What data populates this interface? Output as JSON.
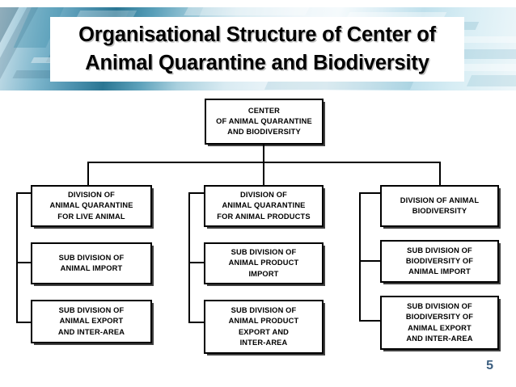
{
  "slide": {
    "page_number": "5",
    "page_number_color": "#3c5f80"
  },
  "header": {
    "title_line_1": "Organisational Structure of Center of",
    "title_line_2": "Animal Quarantine and Biodiversity",
    "banner_image_name": "abstract-blue-streaks-banner",
    "plate_background": "#ffffff",
    "title_color": "#000000"
  },
  "chart_data": {
    "type": "diagram",
    "title": "Organisational Structure of Center of Animal Quarantine and Biodiversity",
    "root": {
      "id": "center",
      "label": "CENTER\nOF ANIMAL QUARANTINE\nAND BIODIVERSITY"
    },
    "columns": [
      {
        "id": "col-live-animal",
        "division": "DIVISION OF\nANIMAL QUARANTINE\nFOR LIVE ANIMAL",
        "subdivisions": [
          "SUB DIVISION OF\nANIMAL IMPORT",
          "SUB DIVISION OF\nANIMAL EXPORT\nAND INTER-AREA"
        ]
      },
      {
        "id": "col-animal-products",
        "division": "DIVISION OF\nANIMAL QUARANTINE\nFOR ANIMAL PRODUCTS",
        "subdivisions": [
          "SUB DIVISION  OF\nANIMAL PRODUCT\nIMPORT",
          "SUB DIVISION  OF\nANIMAL PRODUCT\nEXPORT AND\nINTER-AREA"
        ]
      },
      {
        "id": "col-biodiversity",
        "division": "DIVISION OF ANIMAL\nBIODIVERSITY",
        "subdivisions": [
          "SUB DIVISION OF\nBIODIVERSITY  OF\nANIMAL IMPORT",
          "SUB DIVISION OF\nBIODIVERSITY OF\nANIMAL EXPORT\nAND INTER-AREA"
        ]
      }
    ],
    "edges": [
      {
        "from": "center",
        "to": "col-live-animal"
      },
      {
        "from": "center",
        "to": "col-animal-products"
      },
      {
        "from": "center",
        "to": "col-biodiversity"
      },
      {
        "from": "col-live-animal",
        "to": "SUB DIVISION OF ANIMAL IMPORT"
      },
      {
        "from": "col-live-animal",
        "to": "SUB DIVISION OF ANIMAL EXPORT AND INTER-AREA"
      },
      {
        "from": "col-animal-products",
        "to": "SUB DIVISION OF ANIMAL PRODUCT IMPORT"
      },
      {
        "from": "col-animal-products",
        "to": "SUB DIVISION OF ANIMAL PRODUCT EXPORT AND INTER-AREA"
      },
      {
        "from": "col-biodiversity",
        "to": "SUB DIVISION OF BIODIVERSITY OF ANIMAL IMPORT"
      },
      {
        "from": "col-biodiversity",
        "to": "SUB DIVISION OF BIODIVERSITY OF ANIMAL EXPORT AND INTER-AREA"
      }
    ],
    "node_style": {
      "border_color": "#000000",
      "fill": "#ffffff",
      "text_color": "#000000",
      "has_drop_shadow": true
    }
  }
}
